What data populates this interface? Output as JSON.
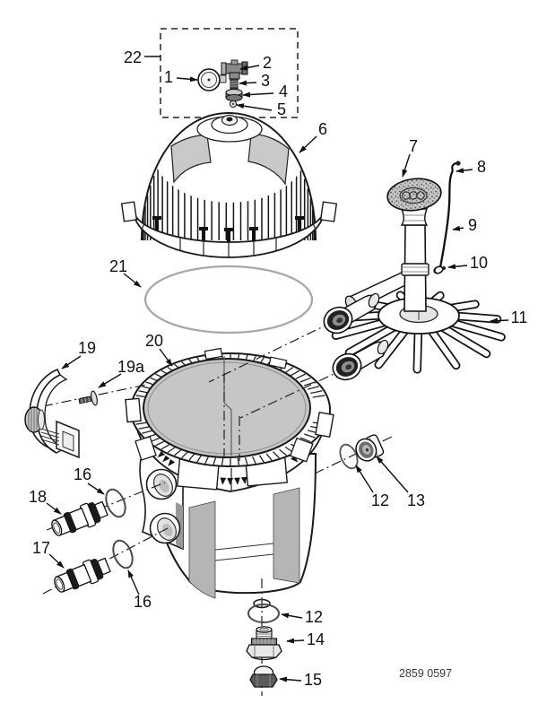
{
  "document": {
    "doc_number": "2859 0597"
  },
  "callouts": [
    {
      "id": "pressure-gauge",
      "label": "1"
    },
    {
      "id": "gauge-tee-fitting",
      "label": "2"
    },
    {
      "id": "gauge-nipple",
      "label": "3"
    },
    {
      "id": "gauge-nut",
      "label": "4"
    },
    {
      "id": "gauge-screw",
      "label": "5"
    },
    {
      "id": "dome-lid",
      "label": "6"
    },
    {
      "id": "diffuser-head",
      "label": "7"
    },
    {
      "id": "air-bleed-fitting-top",
      "label": "8"
    },
    {
      "id": "air-bleed-tube",
      "label": "9"
    },
    {
      "id": "air-bleed-fitting-bottom",
      "label": "10"
    },
    {
      "id": "lateral-assembly",
      "label": "11"
    },
    {
      "id": "oring-side-drain",
      "label": "12"
    },
    {
      "id": "side-drain-plug",
      "label": "13"
    },
    {
      "id": "bottom-drain-fitting",
      "label": "14"
    },
    {
      "id": "bottom-drain-cap",
      "label": "15"
    },
    {
      "id": "oring-upper-port",
      "label": "16"
    },
    {
      "id": "oring-lower-port",
      "label": "16"
    },
    {
      "id": "lower-hose-adapter",
      "label": "17"
    },
    {
      "id": "upper-hose-adapter",
      "label": "18"
    },
    {
      "id": "clamp-bracket",
      "label": "19"
    },
    {
      "id": "clamp-screw",
      "label": "19a"
    },
    {
      "id": "filter-tank-body",
      "label": "20"
    },
    {
      "id": "dome-oring",
      "label": "21"
    },
    {
      "id": "gauge-assembly-group",
      "label": "22"
    },
    {
      "id": "oring-bottom-drain",
      "label": "12"
    }
  ]
}
